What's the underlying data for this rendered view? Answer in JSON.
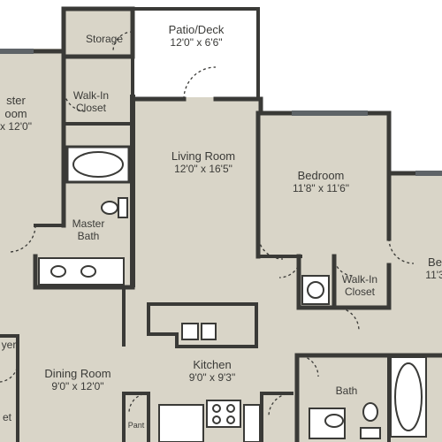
{
  "plan": {
    "colors": {
      "floor": "#d9d5c8",
      "wall": "#3a3a37",
      "window": "#5f6468",
      "fixture": "#ffffff",
      "outside": "#ffffff"
    },
    "rooms": {
      "storage": {
        "name": "Storage"
      },
      "patio": {
        "name": "Patio/Deck",
        "dims": "12'0\" x 6'6\""
      },
      "master_closet": {
        "name_line1": "Walk-In",
        "name_line2": "Closet"
      },
      "master_bedroom": {
        "name_line1": "ster",
        "name_line2": "oom",
        "dims": "x 12'0\""
      },
      "living_room": {
        "name": "Living Room",
        "dims": "12'0\" x 16'5\""
      },
      "bedroom_2": {
        "name": "Bedroom",
        "dims": "11'8\" x 11'6\""
      },
      "bedroom_3": {
        "name": "Be",
        "dims": "11'3"
      },
      "master_bath": {
        "name_line1": "Master",
        "name_line2": "Bath"
      },
      "closet_2": {
        "name_line1": "Walk-In",
        "name_line2": "Closet"
      },
      "foyer": {
        "name": "yer"
      },
      "dining_room": {
        "name": "Dining Room",
        "dims": "9'0\" x 12'0\""
      },
      "kitchen": {
        "name": "Kitchen",
        "dims": "9'0\" x 9'3\""
      },
      "bath": {
        "name": "Bath"
      },
      "pantry": {
        "name": "Pant"
      },
      "coat_closet": {
        "name": "et"
      }
    }
  }
}
